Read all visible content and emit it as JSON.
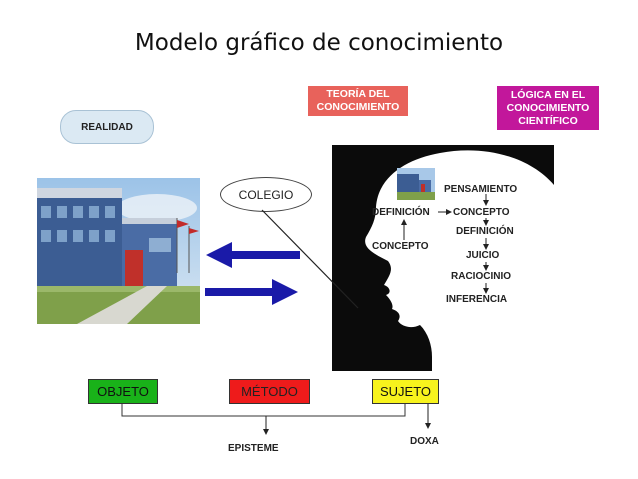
{
  "title": "Modelo gráfico de conocimiento",
  "boxes": {
    "teoria": "TEORÍA DEL CONOCIMIENTO",
    "logica": "LÓGICA EN EL CONOCIMIENTO CIENTÍFICO",
    "realidad": "REALIDAD",
    "colegio": "COLEGIO"
  },
  "head_labels": {
    "pensamiento": "PENSAMIENTO",
    "definicion_left": "DEFINICIÓN",
    "concepto_right": "CONCEPTO",
    "definicion_right": "DEFINICIÓN",
    "concepto_left": "CONCEPTO",
    "juicio": "JUICIO",
    "raciocinio": "RACIOCINIO",
    "inferencia": "INFERENCIA"
  },
  "bottom": {
    "objeto": "OBJETO",
    "metodo": "MÉTODO",
    "sujeto": "SUJETO",
    "episteme": "EPISTEME",
    "doxa": "DOXA"
  },
  "colors": {
    "teoria": "#e8625b",
    "logica": "#c2179b",
    "objeto": "#19b219",
    "metodo": "#ee1b1b",
    "sujeto": "#f7f31d",
    "arrows": "#1a1aa8"
  }
}
